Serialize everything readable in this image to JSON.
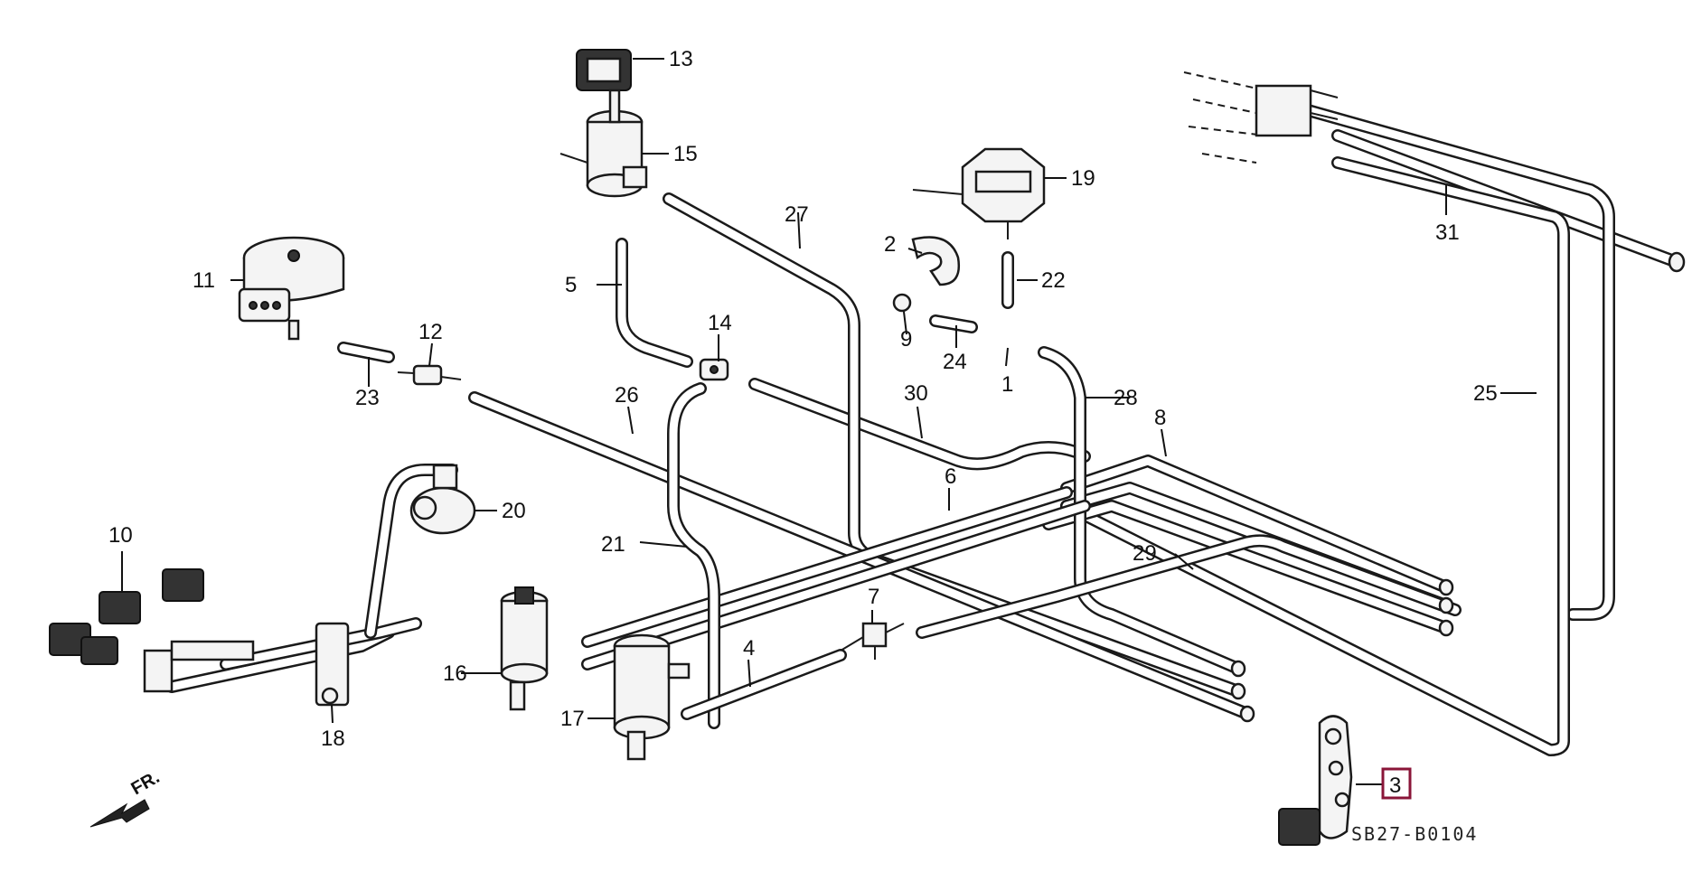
{
  "diagram": {
    "code": "SB27-B0104",
    "direction_label": "FR.",
    "highlighted_callout": "3",
    "callouts": [
      "1",
      "2",
      "3",
      "4",
      "5",
      "6",
      "7",
      "8",
      "9",
      "10",
      "11",
      "12",
      "13",
      "14",
      "15",
      "16",
      "17",
      "18",
      "19",
      "20",
      "21",
      "22",
      "23",
      "24",
      "25",
      "26",
      "27",
      "28",
      "29",
      "30",
      "31"
    ]
  }
}
